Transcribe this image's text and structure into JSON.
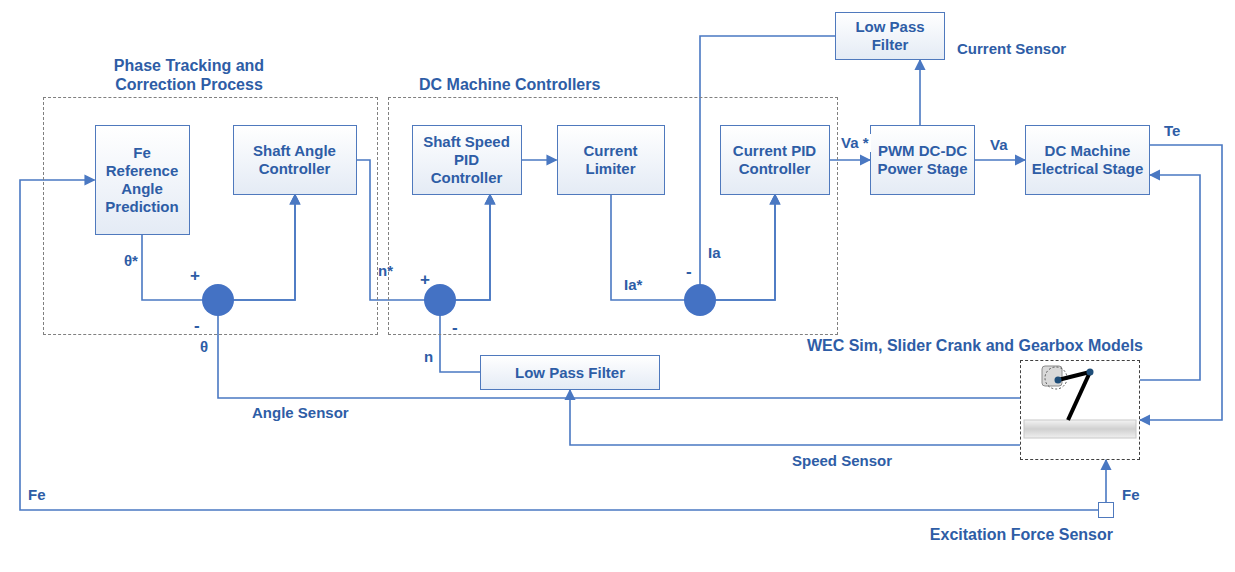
{
  "diagram": {
    "nodes": [
      {
        "text": [
          "Phase Tracking and Correction Process"
        ]
      },
      {
        "text": [
          "Fe Reference Angle Prediction"
        ],
        "in": 0
      },
      {
        "text": [
          "Shaft Angle Controller"
        ],
        "in": 0
      },
      {
        "text": [
          "DC Machine Controllers"
        ]
      },
      {
        "text": [
          "Shaft Speed PID Controller"
        ],
        "in": 3
      },
      {
        "text": [
          "Current Limiter"
        ],
        "in": 3
      },
      {
        "text": [
          "Current PID Controller"
        ],
        "in": 3
      },
      {
        "text": [
          "PWM DC-DC Power Stage"
        ]
      },
      {
        "text": [
          "DC Machine Electrical Stage"
        ]
      },
      {
        "text": [
          "Low Pass Filter"
        ]
      },
      {
        "text": [
          "Low Pass Filter"
        ]
      },
      {
        "text": [
          "WEC Sim, Slider Crank and Gearbox Models"
        ]
      },
      {
        "text": [
          "Excitation Force Sensor"
        ]
      }
    ],
    "edges": [
      {
        "from": 1,
        "to": 2,
        "arrow": "to"
      },
      {
        "from": 2,
        "to": 4,
        "arrow": "to"
      },
      {
        "from": 4,
        "to": 5,
        "arrow": "to"
      },
      {
        "from": 5,
        "to": 6,
        "arrow": "to"
      },
      {
        "from": 6,
        "to": 7,
        "label": "Va *",
        "arrow": "to"
      },
      {
        "from": 7,
        "to": 8,
        "label": "Va",
        "arrow": "to"
      },
      {
        "from": 7,
        "to": 9,
        "label": "Current Sensor",
        "arrow": "to"
      },
      {
        "from": 9,
        "to": 6,
        "arrow": "to"
      },
      {
        "from": 8,
        "to": 11,
        "label": "Te",
        "arrow": "to"
      },
      {
        "from": 11,
        "to": 8,
        "arrow": "to"
      },
      {
        "from": 11,
        "to": 10,
        "label": "Speed Sensor",
        "arrow": "to"
      },
      {
        "from": 10,
        "to": 4,
        "arrow": "to"
      },
      {
        "from": 11,
        "to": 2,
        "label": "Angle Sensor",
        "arrow": "to"
      },
      {
        "from": 12,
        "to": 11,
        "arrow": "to"
      },
      {
        "from": 12,
        "to": 1,
        "label": "Fe",
        "arrow": "to"
      }
    ],
    "labels": [
      "θ*",
      "+",
      "-",
      "θ",
      "n*",
      "+",
      "-",
      "n",
      "Ia*",
      "Ia",
      "-",
      "Fe"
    ]
  }
}
